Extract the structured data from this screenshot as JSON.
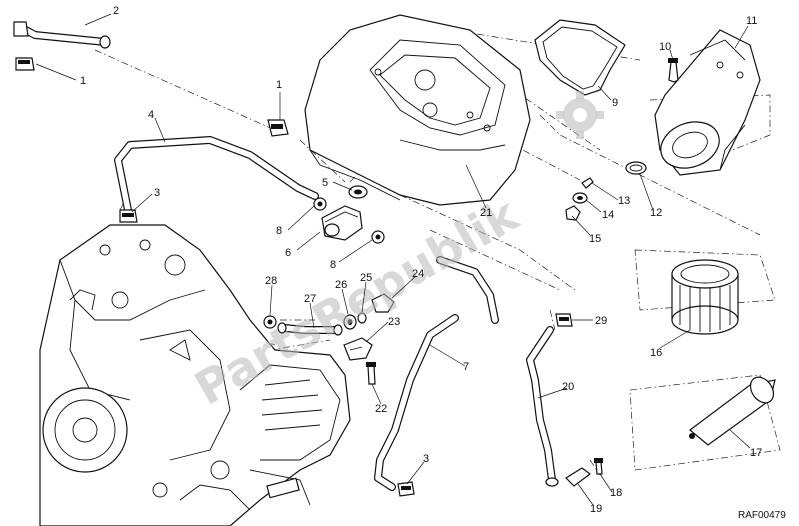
{
  "diagram": {
    "reference_code": "RAF00479",
    "watermark": "PartsRepublik",
    "callouts": [
      {
        "id": "c1a",
        "label": "1"
      },
      {
        "id": "c2",
        "label": "2"
      },
      {
        "id": "c1b",
        "label": "1"
      },
      {
        "id": "c4",
        "label": "4"
      },
      {
        "id": "c3a",
        "label": "3"
      },
      {
        "id": "c5",
        "label": "5"
      },
      {
        "id": "c8a",
        "label": "8"
      },
      {
        "id": "c6",
        "label": "6"
      },
      {
        "id": "c8b",
        "label": "8"
      },
      {
        "id": "c9",
        "label": "9"
      },
      {
        "id": "c10",
        "label": "10"
      },
      {
        "id": "c11",
        "label": "11"
      },
      {
        "id": "c12",
        "label": "12"
      },
      {
        "id": "c13",
        "label": "13"
      },
      {
        "id": "c14",
        "label": "14"
      },
      {
        "id": "c15",
        "label": "15"
      },
      {
        "id": "c21",
        "label": "21"
      },
      {
        "id": "c24",
        "label": "24"
      },
      {
        "id": "c25",
        "label": "25"
      },
      {
        "id": "c26",
        "label": "26"
      },
      {
        "id": "c27",
        "label": "27"
      },
      {
        "id": "c28",
        "label": "28"
      },
      {
        "id": "c23",
        "label": "23"
      },
      {
        "id": "c22",
        "label": "22"
      },
      {
        "id": "c7",
        "label": "7"
      },
      {
        "id": "c29",
        "label": "29"
      },
      {
        "id": "c20",
        "label": "20"
      },
      {
        "id": "c16",
        "label": "16"
      },
      {
        "id": "c17",
        "label": "17"
      },
      {
        "id": "c18",
        "label": "18"
      },
      {
        "id": "c19",
        "label": "19"
      },
      {
        "id": "c3b",
        "label": "3"
      }
    ]
  }
}
